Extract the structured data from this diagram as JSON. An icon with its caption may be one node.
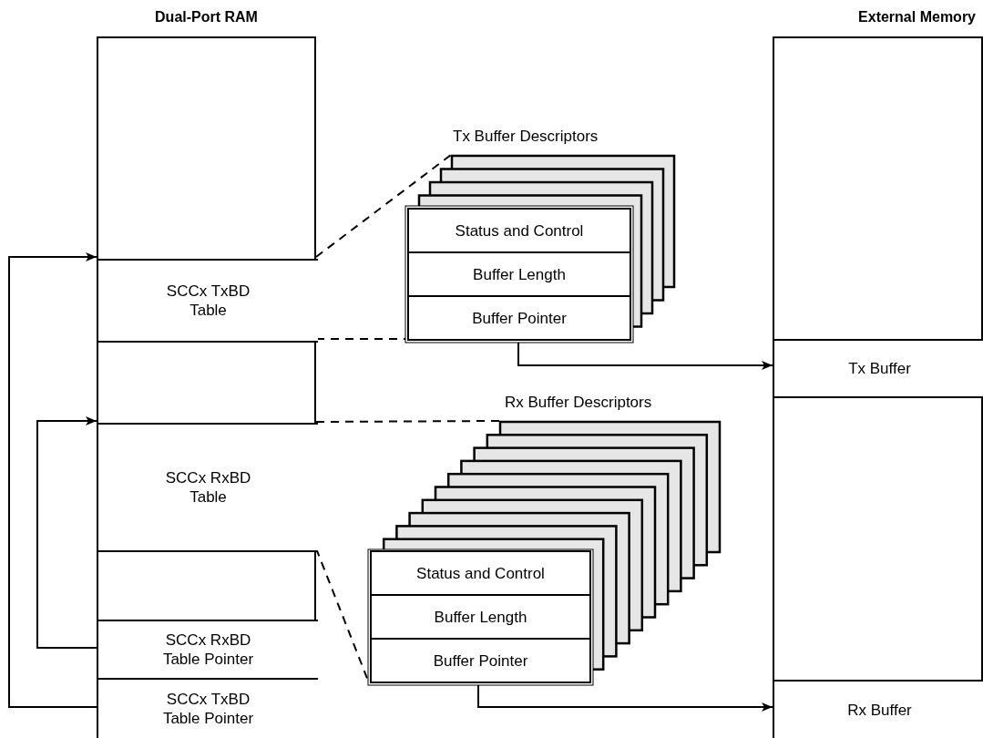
{
  "diagram": {
    "nodes": [
      {
        "text": [
          "Dual-Port RAM"
        ]
      },
      {
        "text": [
          "SCCx TxBD Table"
        ],
        "in": 0
      },
      {
        "text": [
          "SCCx RxBD Table"
        ],
        "in": 0
      },
      {
        "text": [
          "SCCx RxBD Table Pointer"
        ],
        "in": 0
      },
      {
        "text": [
          "SCCx TxBD Table Pointer"
        ],
        "in": 0
      },
      {
        "text": [
          "External Memory"
        ]
      },
      {
        "text": [
          "Tx Buffer"
        ],
        "in": 5
      },
      {
        "text": [
          "Rx Buffer"
        ],
        "in": 5
      },
      {
        "text": [
          "Tx Buffer Descriptors"
        ]
      },
      {
        "text": [
          "Status and Control"
        ],
        "in": 8
      },
      {
        "text": [
          "Buffer Length"
        ],
        "in": 8
      },
      {
        "text": [
          "Buffer Pointer"
        ],
        "in": 8
      },
      {
        "text": [
          "Rx Buffer Descriptors"
        ]
      },
      {
        "text": [
          "Status and Control"
        ],
        "in": 12
      },
      {
        "text": [
          "Buffer Length"
        ],
        "in": 12
      },
      {
        "text": [
          "Buffer Pointer"
        ],
        "in": 12
      }
    ],
    "edges": [
      {
        "from": 4,
        "to": 1,
        "arrow": "to"
      },
      {
        "from": 3,
        "to": 2,
        "arrow": "to"
      },
      {
        "from": 11,
        "to": 6,
        "arrow": "to"
      },
      {
        "from": 15,
        "to": 7,
        "arrow": "to"
      },
      {
        "from": 1,
        "to": 8,
        "arrow": "none",
        "style": "dashed"
      },
      {
        "from": 1,
        "to": 8,
        "arrow": "none",
        "style": "dashed"
      },
      {
        "from": 2,
        "to": 12,
        "arrow": "none",
        "style": "dashed"
      },
      {
        "from": 2,
        "to": 12,
        "arrow": "none",
        "style": "dashed"
      }
    ]
  }
}
